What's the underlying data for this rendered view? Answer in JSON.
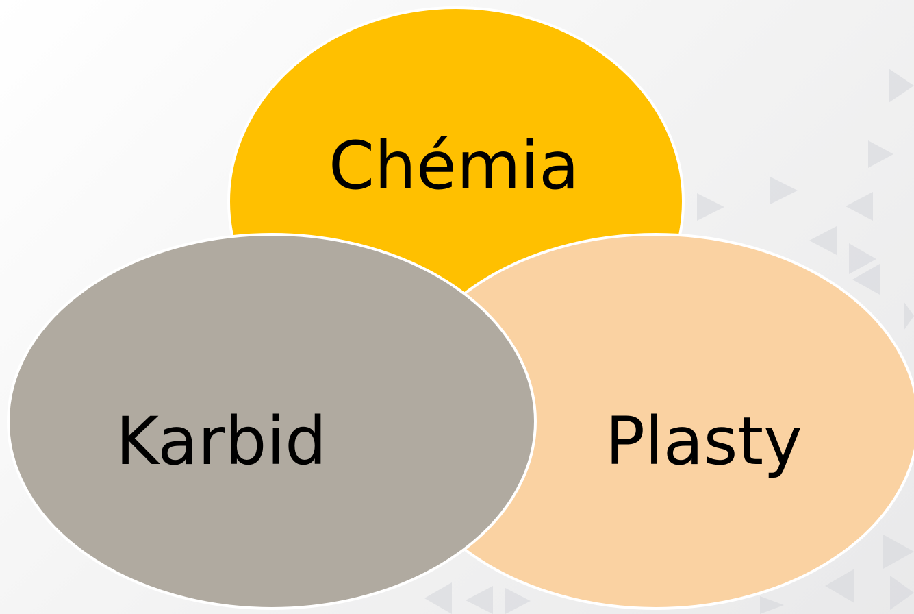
{
  "diagram": {
    "nodes": [
      {
        "id": "chemia",
        "label": "Chémia",
        "color": "#FFC000"
      },
      {
        "id": "karbid",
        "label": "Karbid",
        "color": "#B0AAA0"
      },
      {
        "id": "plasty",
        "label": "Plasty",
        "color": "#FAD2A2"
      }
    ]
  }
}
